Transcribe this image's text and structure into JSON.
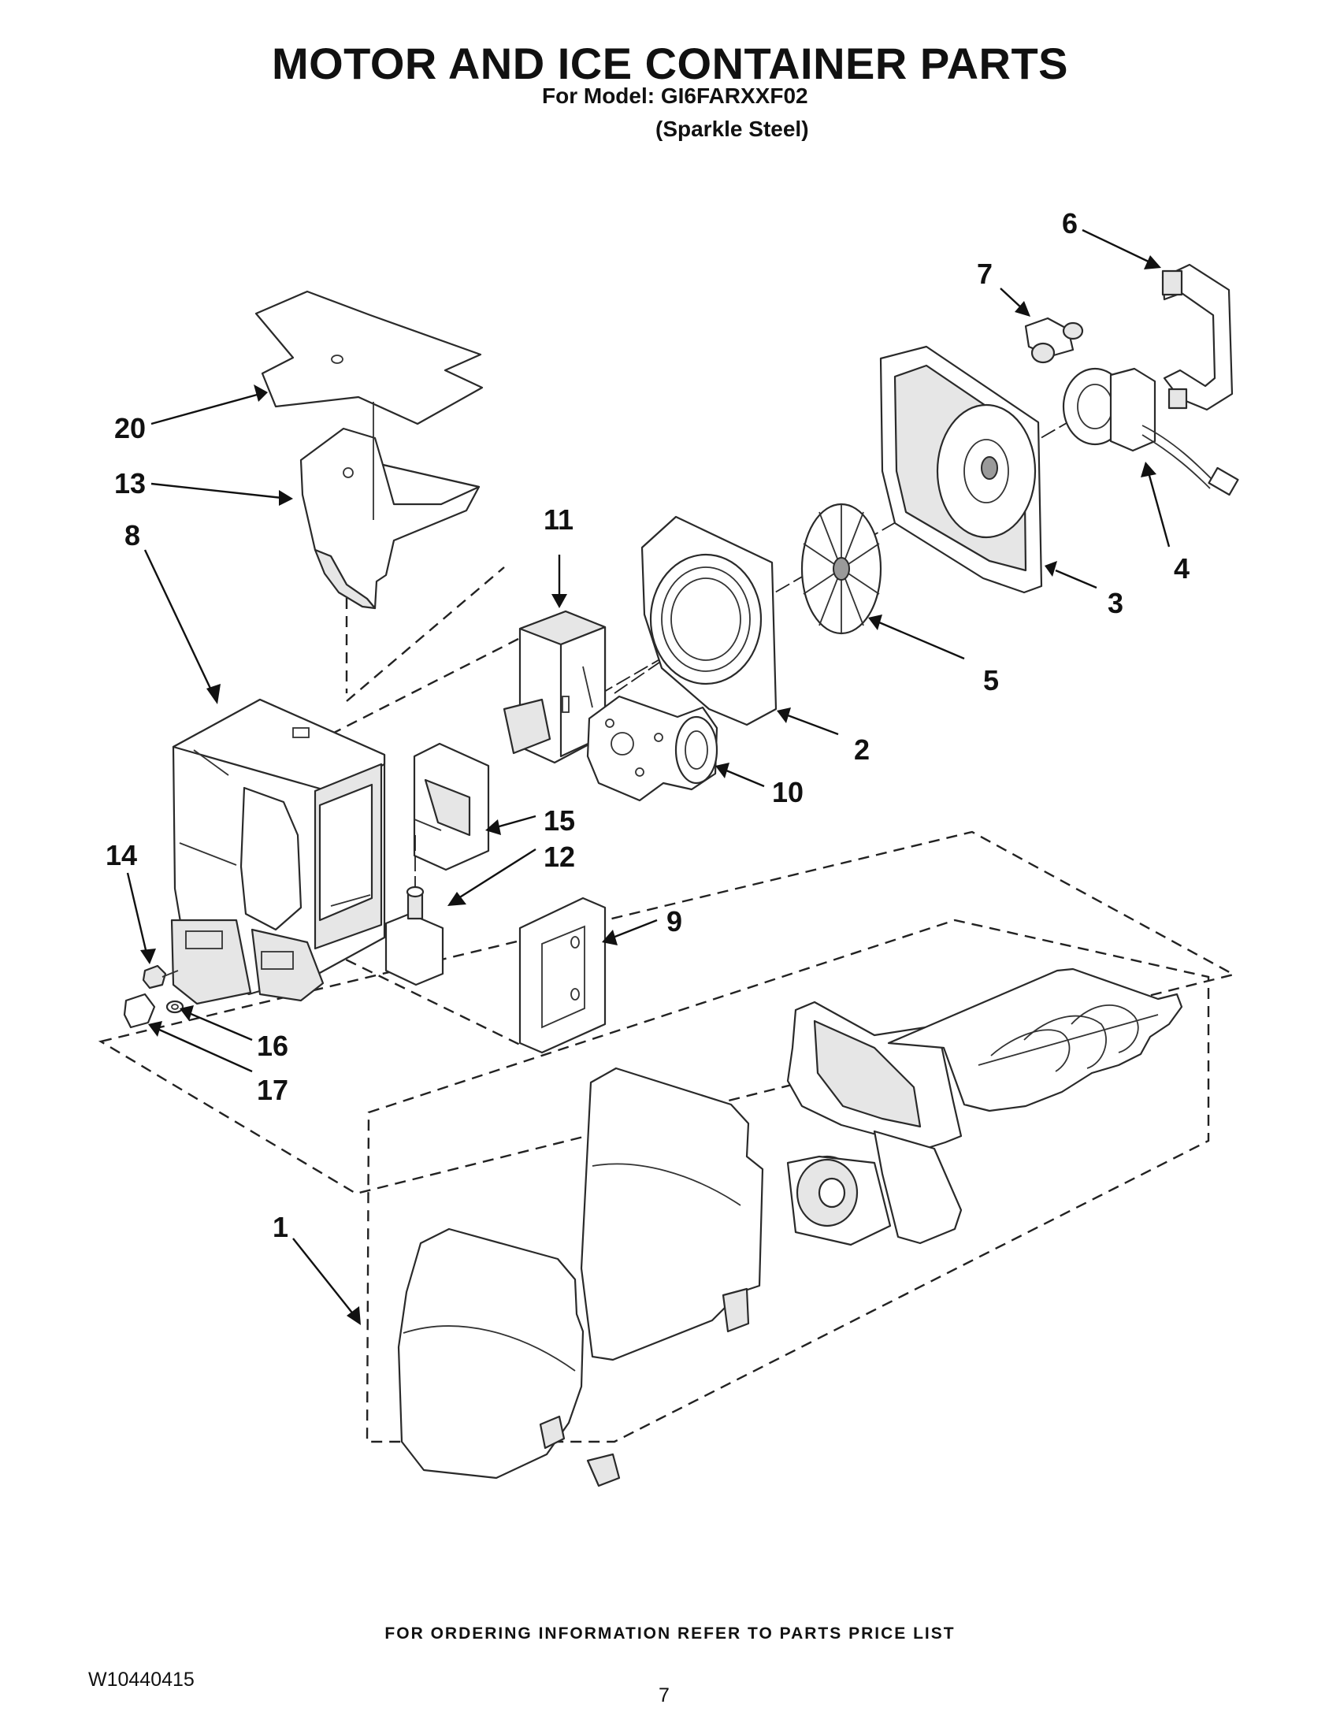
{
  "header": {
    "title": "MOTOR AND ICE CONTAINER PARTS",
    "model_line": "For Model: GI6FARXXF02",
    "finish_line": "(Sparkle Steel)"
  },
  "callouts": {
    "c1": "1",
    "c2": "2",
    "c3": "3",
    "c4": "4",
    "c5": "5",
    "c6": "6",
    "c7": "7",
    "c8": "8",
    "c9": "9",
    "c10": "10",
    "c11": "11",
    "c12": "12",
    "c13": "13",
    "c14": "14",
    "c15": "15",
    "c16": "16",
    "c17": "17",
    "c20": "20"
  },
  "footer": {
    "ordering_note": "FOR ORDERING INFORMATION REFER TO PARTS PRICE LIST",
    "document_number": "W10440415",
    "page_number": "7"
  }
}
